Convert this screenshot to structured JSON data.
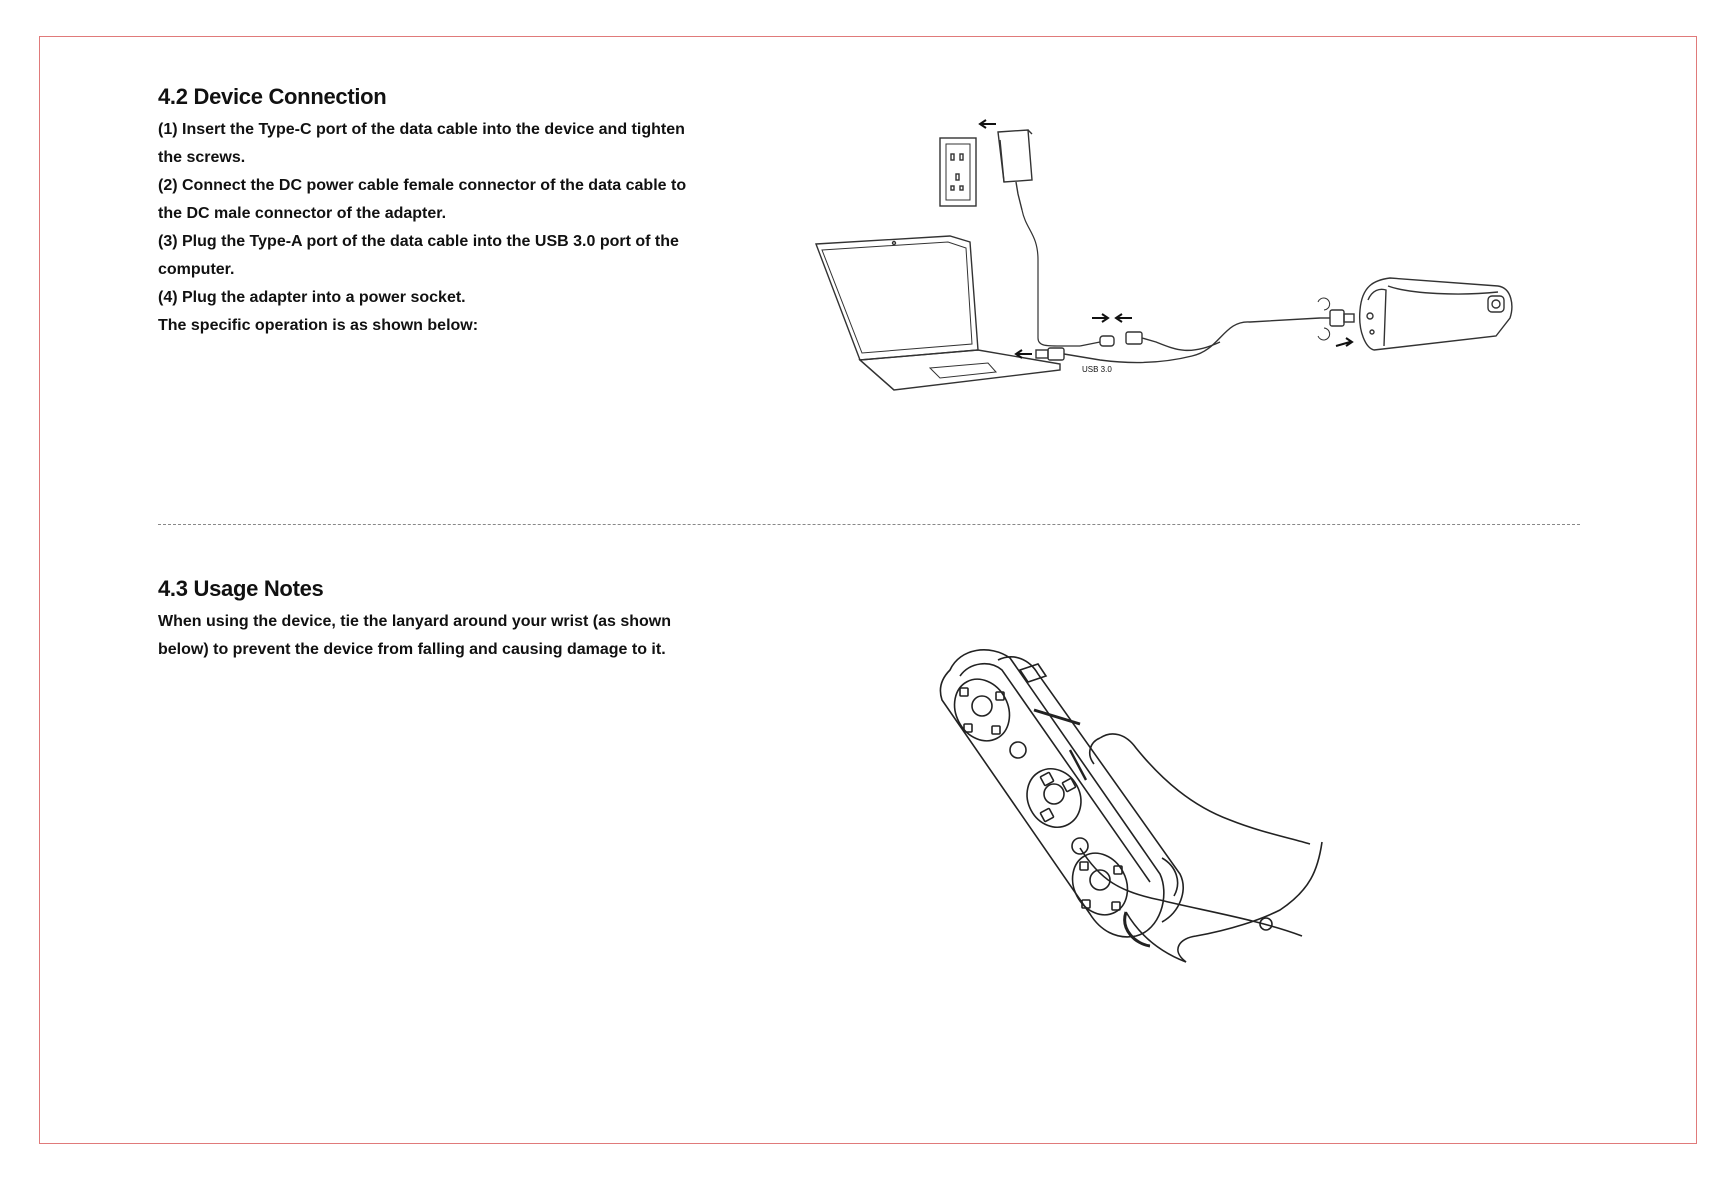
{
  "section_device_connection": {
    "title": "4.2 Device Connection",
    "lines": [
      "(1) Insert the Type-C port of the data cable into the device and tighten",
      "the screws.",
      "(2) Connect the DC power cable female connector of the data cable to",
      "the DC male connector of the adapter.",
      "(3) Plug the Type-A port of the data cable into the USB 3.0 port of the",
      "computer.",
      "(4) Plug the adapter into a power socket.",
      "The specific operation is as shown below:"
    ],
    "illustration": {
      "usb_label": "USB 3.0"
    }
  },
  "section_usage_notes": {
    "title": "4.3 Usage Notes",
    "lines": [
      "When using the device, tie the lanyard around your wrist (as shown",
      "below) to prevent the device from falling and causing damage to it."
    ]
  },
  "colors": {
    "frame_border": "#e07a7a",
    "text": "#111111",
    "divider": "#888888"
  }
}
